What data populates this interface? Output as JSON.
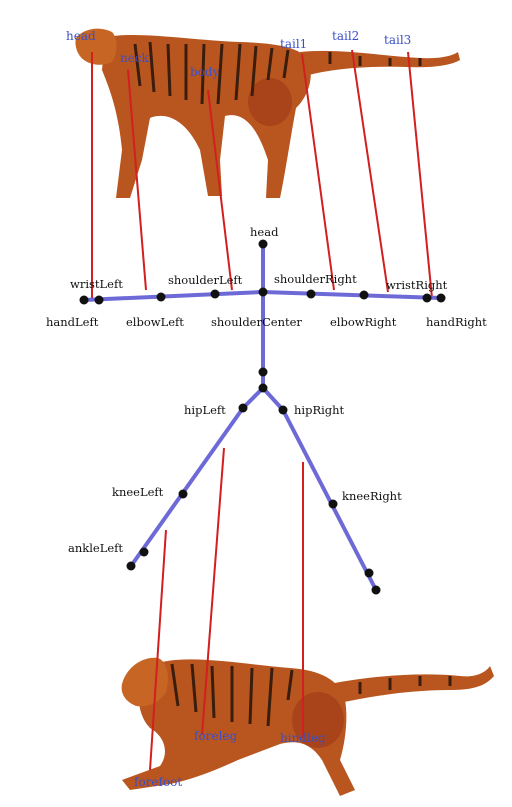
{
  "colors": {
    "skeleton": "#6d6ad8",
    "joint": "#111111",
    "correspondence": "#d21f1f",
    "tiger_body": "#b9561f",
    "tiger_dark": "#3a1d0c",
    "tiger_light": "#e8b78a",
    "animal_label": "#3b4fc4"
  },
  "skeleton_labels": {
    "head": "head",
    "wrist_left": "wristLeft",
    "shoulder_left": "shoulderLeft",
    "shoulder_right": "shoulderRight",
    "wrist_right": "wristRight",
    "hand_left": "handLeft",
    "elbow_left": "elbowLeft",
    "shoulder_center": "shoulderCenter",
    "elbow_right": "elbowRight",
    "hand_right": "handRight",
    "hip_left": "hipLeft",
    "hip_right": "hipRight",
    "knee_left": "kneeLeft",
    "knee_right": "kneeRight",
    "ankle_left": "ankleLeft"
  },
  "animal_labels": {
    "top_head": "head",
    "top_neck": "neck",
    "top_body": "body",
    "top_tail1": "tail1",
    "top_tail2": "tail2",
    "top_tail3": "tail3",
    "bottom_foreleg": "foreleg",
    "bottom_hindleg": "hindleg",
    "bottom_forefoot": "forefoot"
  }
}
